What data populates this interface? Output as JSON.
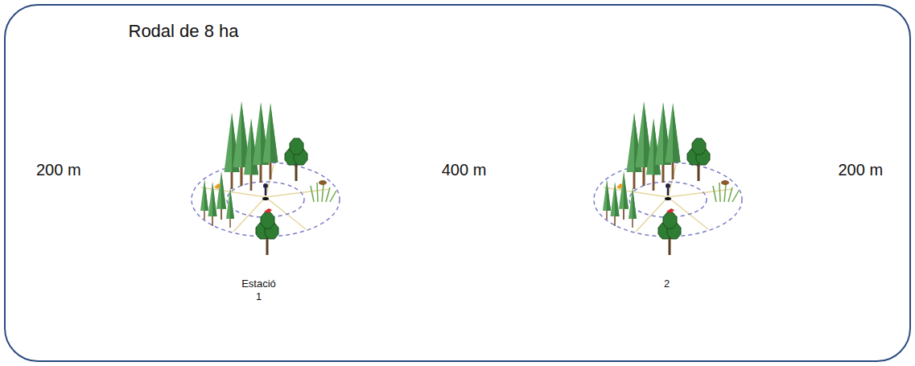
{
  "diagram": {
    "nodes": [
      {
        "text": [
          "Rodal de 8 ha"
        ]
      },
      {
        "text": [
          "Estació 1"
        ],
        "in": 0
      },
      {
        "text": [
          "2"
        ],
        "in": 0
      }
    ],
    "edges": [
      {
        "from": 0,
        "to": 1,
        "arrow": "none",
        "label": "200 m"
      },
      {
        "from": 1,
        "to": 2,
        "arrow": "none",
        "label": "400 m"
      },
      {
        "from": 2,
        "to": 0,
        "arrow": "none",
        "label": "200 m"
      }
    ]
  }
}
